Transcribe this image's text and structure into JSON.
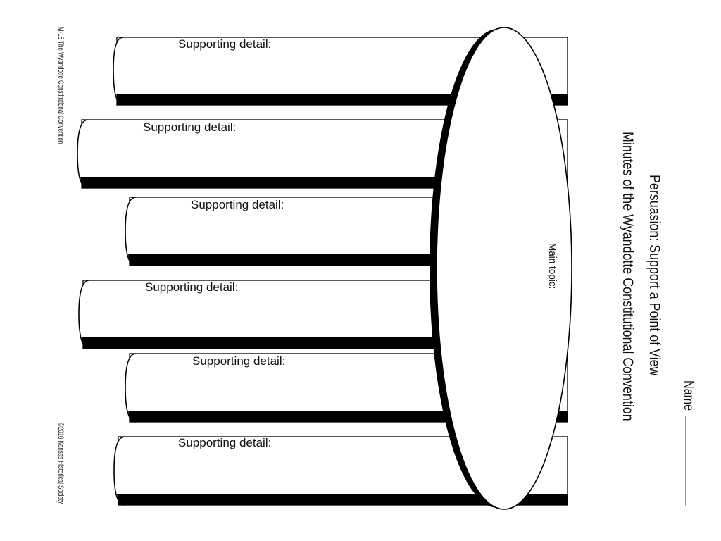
{
  "header": {
    "name_label": "Name",
    "title": "Persuasion: Support a Point of View",
    "subtitle": "Minutes of the Wyandotte Constitutional Convention"
  },
  "main_topic": {
    "label": "Main topic:"
  },
  "details": [
    {
      "label": "Supporting detail:"
    },
    {
      "label": "Supporting detail:"
    },
    {
      "label": "Supporting detail:"
    },
    {
      "label": "Supporting detail:"
    },
    {
      "label": "Supporting detail:"
    },
    {
      "label": "Supporting detail:"
    }
  ],
  "footer": {
    "worksheet_id": "M-15 The Wyandotte Constitutional Convention",
    "copyright": "©2010 Kansas Historical Society"
  }
}
